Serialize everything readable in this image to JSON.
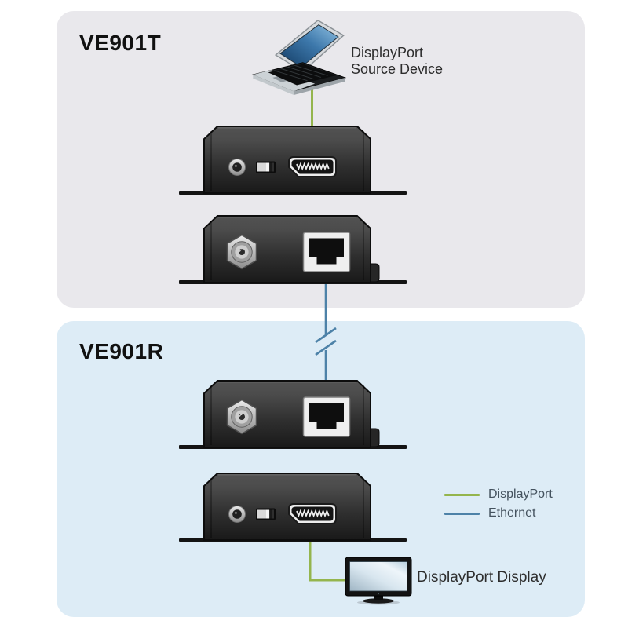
{
  "sections": {
    "transmitter": {
      "label": "VE901T",
      "bg_color": "#e9e8ec"
    },
    "receiver": {
      "label": "VE901R",
      "bg_color": "#ddecf6"
    }
  },
  "endpoints": {
    "source": {
      "icon": "laptop-icon",
      "label_line1": "DisplayPort",
      "label_line2": "Source Device"
    },
    "display": {
      "icon": "monitor-icon",
      "label": "DisplayPort Display"
    }
  },
  "devices": {
    "transmitter_front": {
      "model": "VE901T",
      "view": "front",
      "ports": [
        "dc-power-jack",
        "mode-switch",
        "displayport-port"
      ]
    },
    "transmitter_rear": {
      "model": "VE901T",
      "view": "rear",
      "ports": [
        "dc-power-jack",
        "rj45-port"
      ]
    },
    "receiver_rear": {
      "model": "VE901R",
      "view": "rear",
      "ports": [
        "dc-power-jack",
        "rj45-port"
      ]
    },
    "receiver_front": {
      "model": "VE901R",
      "view": "front",
      "ports": [
        "dc-power-jack",
        "mode-switch",
        "displayport-port"
      ]
    }
  },
  "connections": [
    {
      "from": "source-device",
      "to": "transmitter-front",
      "type": "DisplayPort",
      "color": "#94b54d"
    },
    {
      "from": "transmitter-rear",
      "to": "receiver-rear",
      "type": "Ethernet",
      "color": "#4d82a8",
      "break_symbol": true
    },
    {
      "from": "receiver-front",
      "to": "display",
      "type": "DisplayPort",
      "color": "#94b54d"
    }
  ],
  "legend": {
    "items": [
      {
        "label": "DisplayPort",
        "color": "#94b54d"
      },
      {
        "label": "Ethernet",
        "color": "#4d82a8"
      }
    ]
  }
}
